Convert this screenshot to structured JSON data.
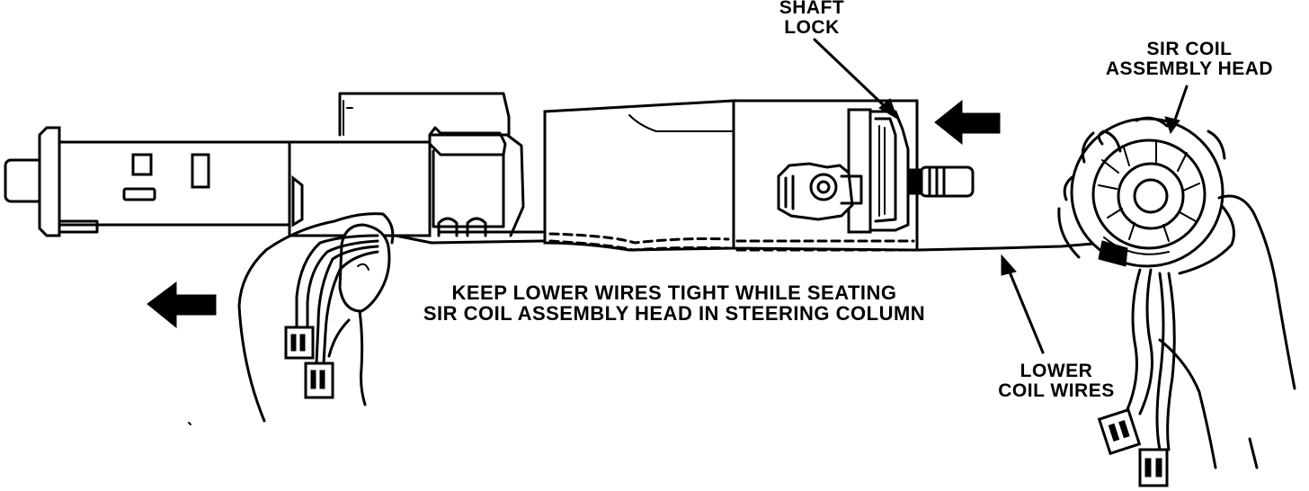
{
  "labels": {
    "shaft_lock": [
      "SHAFT",
      "LOCK"
    ],
    "sir_coil_assembly_head": [
      "SIR COIL",
      "ASSEMBLY HEAD"
    ],
    "instruction": [
      "KEEP LOWER WIRES TIGHT WHILE SEATING",
      "SIR COIL ASSEMBLY HEAD IN STEERING COLUMN"
    ],
    "lower_coil_wires": [
      "LOWER",
      "COIL WIRES"
    ]
  },
  "colors": {
    "ink": "#000000",
    "paper": "#ffffff"
  }
}
